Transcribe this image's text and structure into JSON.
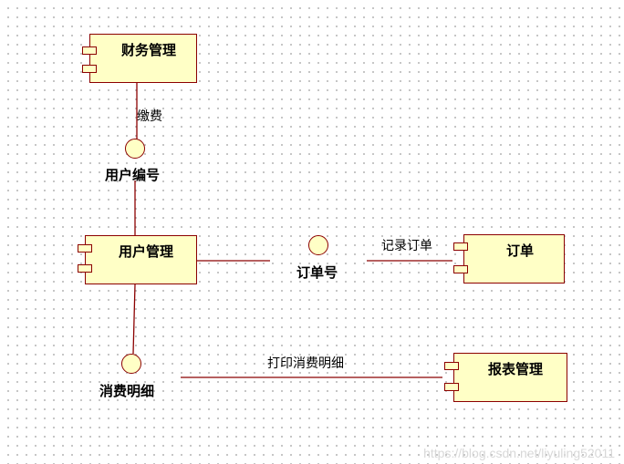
{
  "diagram": {
    "components": {
      "finance": "财务管理",
      "user": "用户管理",
      "order": "订单",
      "report": "报表管理"
    },
    "interfaces": {
      "user_id": "用户编号",
      "order_no": "订单号",
      "consumption_detail": "消费明细"
    },
    "edges": {
      "pay": "缴费",
      "record_order": "记录订单",
      "print_detail": "打印消费明细"
    },
    "colors": {
      "fill": "#ffffc6",
      "stroke": "#8b0000"
    }
  },
  "watermark": "https://blog.csdn.net/liyuling52011"
}
